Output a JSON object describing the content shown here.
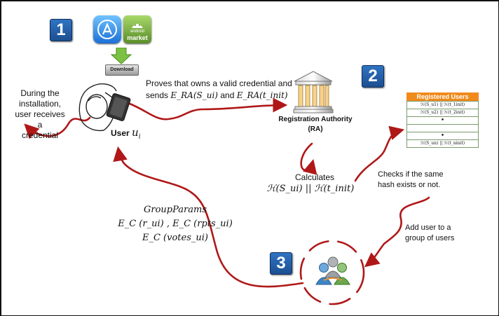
{
  "steps": {
    "one": "1",
    "two": "2",
    "three": "3"
  },
  "download_label": "Download",
  "android_market": {
    "top": "android",
    "bottom": "market"
  },
  "left_note": [
    "During the",
    "installation,",
    "user receives a",
    "credential"
  ],
  "user_label": {
    "prefix": "User ",
    "symbol": "u",
    "sub": "i"
  },
  "proves": {
    "line1": "Proves that owns a valid credential and",
    "line2_prefix": "sends",
    "expr1": "E_RA(S_ui)",
    "and": "and",
    "expr2": "E_RA(t_init)"
  },
  "ra": {
    "name": "Registration Authority",
    "abbr": "(RA)"
  },
  "calculates": {
    "label": "Calculates",
    "formula": "ℋ(S_ui) || ℋ(t_init)"
  },
  "registered": {
    "title": "Registered Users",
    "rows": [
      "ℋ(S_u1) || ℋ(t_1init)",
      "ℋ(S_u2) || ℋ(t_2init)",
      "•",
      "",
      "•",
      "ℋ(S_un) || ℋ(t_ninit)"
    ]
  },
  "checks": [
    "Checks if the same",
    "hash exists or not."
  ],
  "add_user": [
    "Add user to a",
    "group of users"
  ],
  "group": {
    "params": "GroupParams",
    "line2": "E_C (r_ui) , E_C (rpts_ui)",
    "line3": "E_C (votes_ui)"
  },
  "colors": {
    "arrow": "#b01818",
    "step_box": "#2462ad",
    "table_header": "#f08a1c"
  }
}
